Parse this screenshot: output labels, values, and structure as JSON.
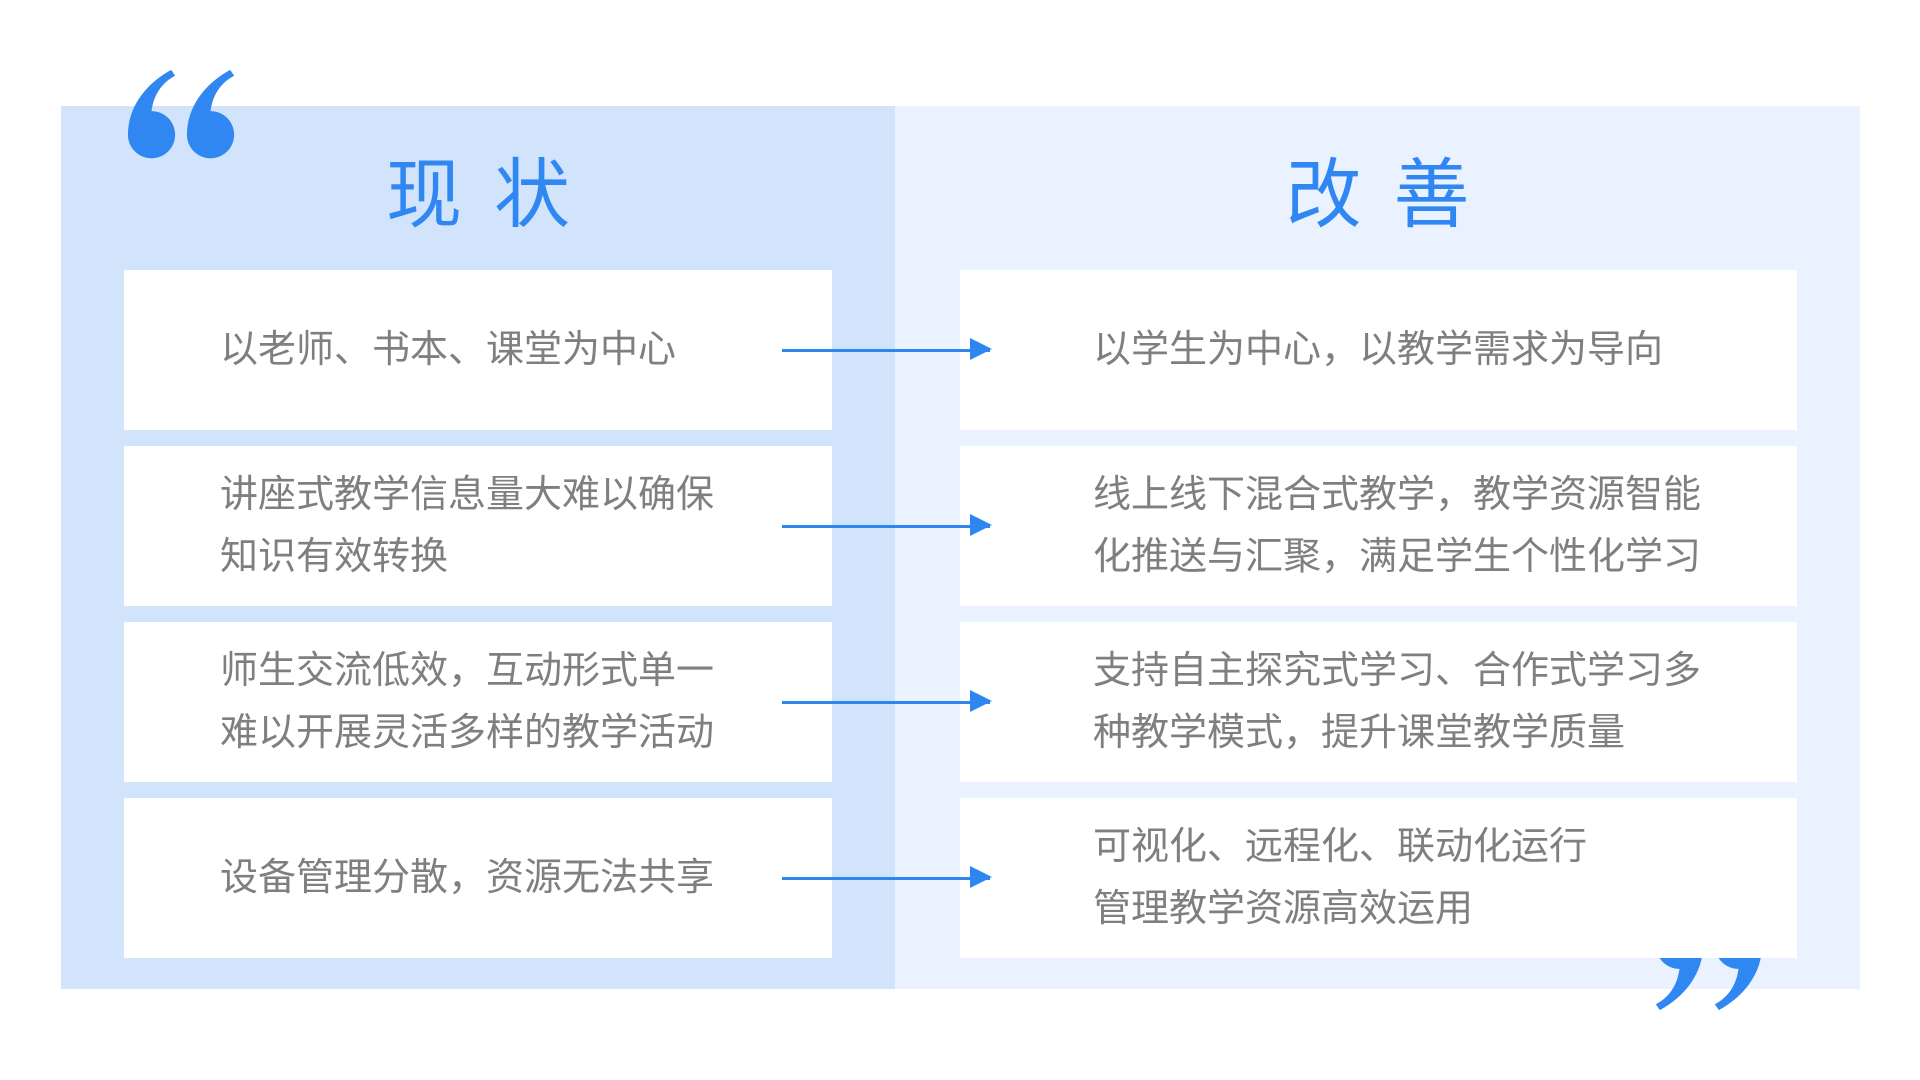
{
  "slide": {
    "type": "comparison-diagram",
    "accent_color": "#3187f2",
    "arrow_color": "#2e87f0",
    "text_color": "#7f7f7f",
    "panel_left_bg": "#d2e4fb",
    "panel_right_bg": "#e9f2fe"
  },
  "panels": {
    "left": {
      "title": "现状"
    },
    "right": {
      "title": "改善"
    }
  },
  "icons": {
    "open_quote": "opening-double-quote",
    "close_quote": "closing-double-quote"
  },
  "rows": [
    {
      "current_lines": [
        "以老师、书本、课堂为中心"
      ],
      "improved_lines": [
        "以学生为中心，以教学需求为导向"
      ]
    },
    {
      "current_lines": [
        "讲座式教学信息量大难以确保",
        "知识有效转换"
      ],
      "improved_lines": [
        "线上线下混合式教学，教学资源智能",
        "化推送与汇聚，满足学生个性化学习"
      ]
    },
    {
      "current_lines": [
        "师生交流低效，互动形式单一",
        "难以开展灵活多样的教学活动"
      ],
      "improved_lines": [
        "支持自主探究式学习、合作式学习多",
        "种教学模式，提升课堂教学质量"
      ]
    },
    {
      "current_lines": [
        "设备管理分散，资源无法共享"
      ],
      "improved_lines": [
        "可视化、远程化、联动化运行",
        "管理教学资源高效运用"
      ]
    }
  ]
}
